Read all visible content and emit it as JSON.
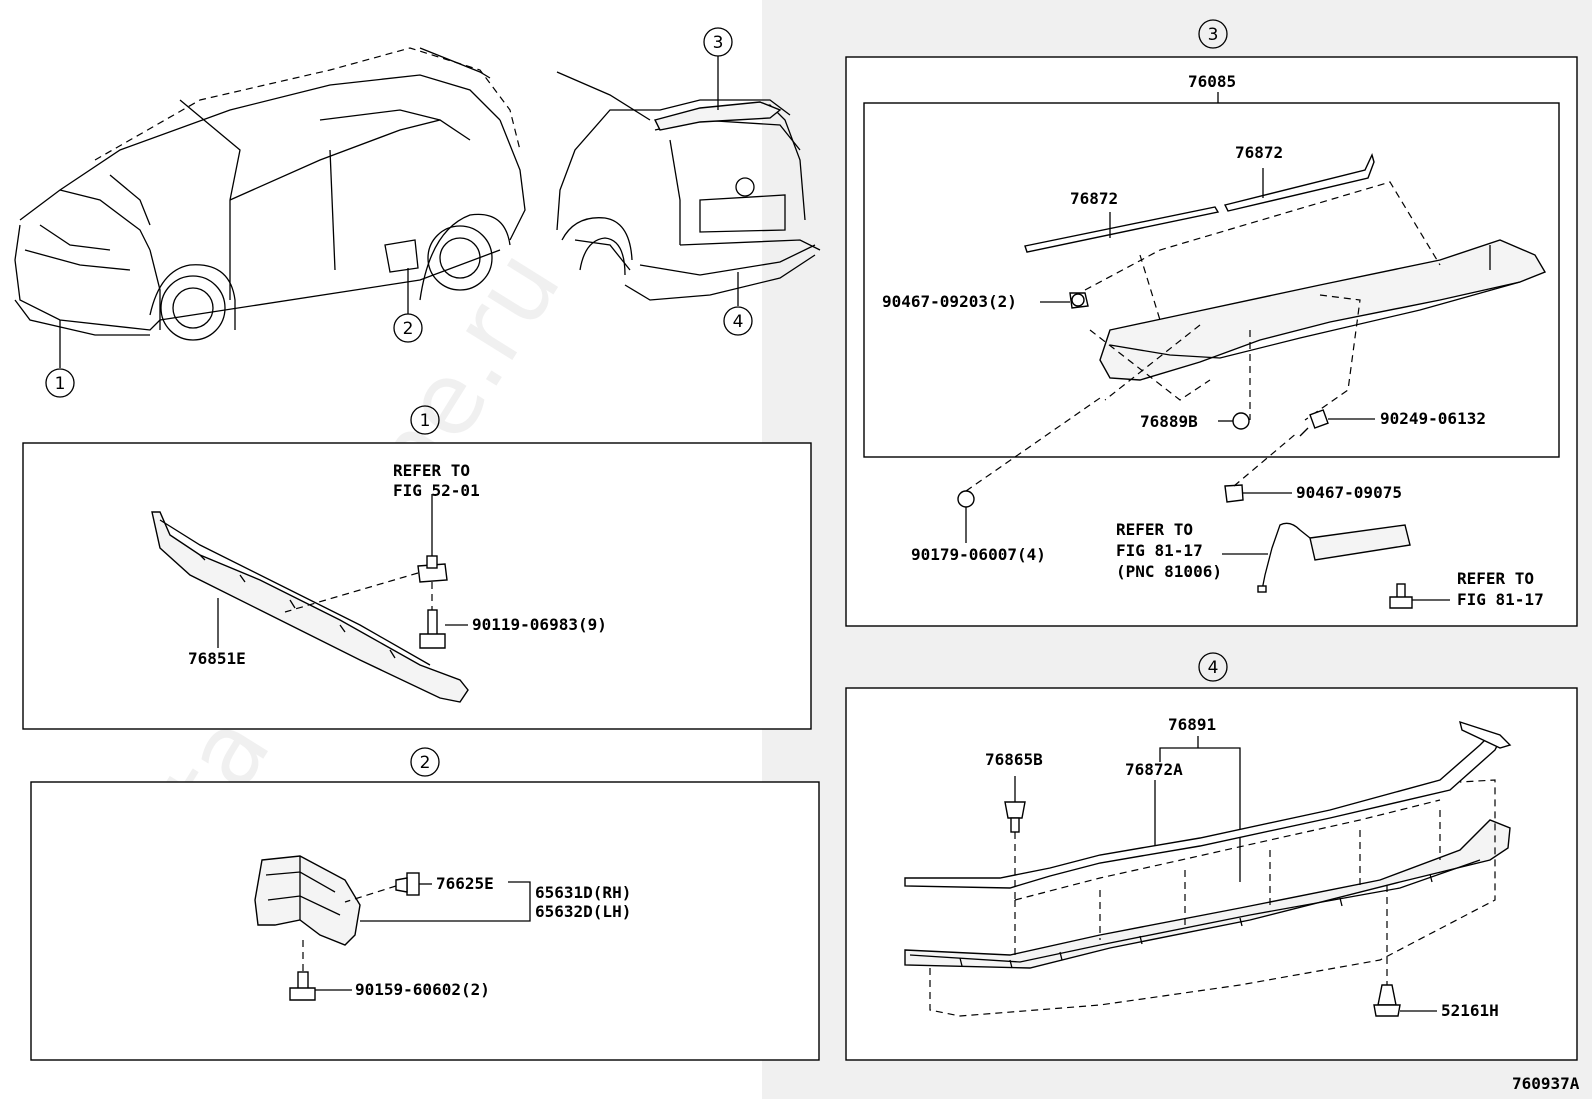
{
  "diagram": {
    "watermark": "ToyotaCarMine.ru",
    "figure_code": "760937A",
    "callouts": [
      "1",
      "2",
      "3",
      "4"
    ],
    "section1": {
      "number": "1",
      "refer_line1": "REFER TO",
      "refer_line2": "FIG 52-01",
      "part_main": "76851E",
      "part_bolt": "90119-06983(9)"
    },
    "section2": {
      "number": "2",
      "part_clip": "76625E",
      "part_rh": "65631D(RH)",
      "part_lh": "65632D(LH)",
      "part_bolt": "90159-60602(2)"
    },
    "section3": {
      "number": "3",
      "part_assy": "76085",
      "part_moulding_a": "76872",
      "part_moulding_b": "76872",
      "part_nut": "90467-09203(2)",
      "part_cap": "76889B",
      "part_clip_b": "90249-06132",
      "part_clip_c": "90467-09075",
      "part_clip_d": "90179-06007(4)",
      "refer_a_line1": "REFER TO",
      "refer_a_line2": "FIG 81-17",
      "refer_a_line3": "(PNC 81006)",
      "refer_b_line1": "REFER TO",
      "refer_b_line2": "FIG 81-17"
    },
    "section4": {
      "number": "4",
      "part_assy": "76891",
      "part_moulding": "76872A",
      "part_clip_a": "76865B",
      "part_clip_b": "52161H"
    }
  }
}
